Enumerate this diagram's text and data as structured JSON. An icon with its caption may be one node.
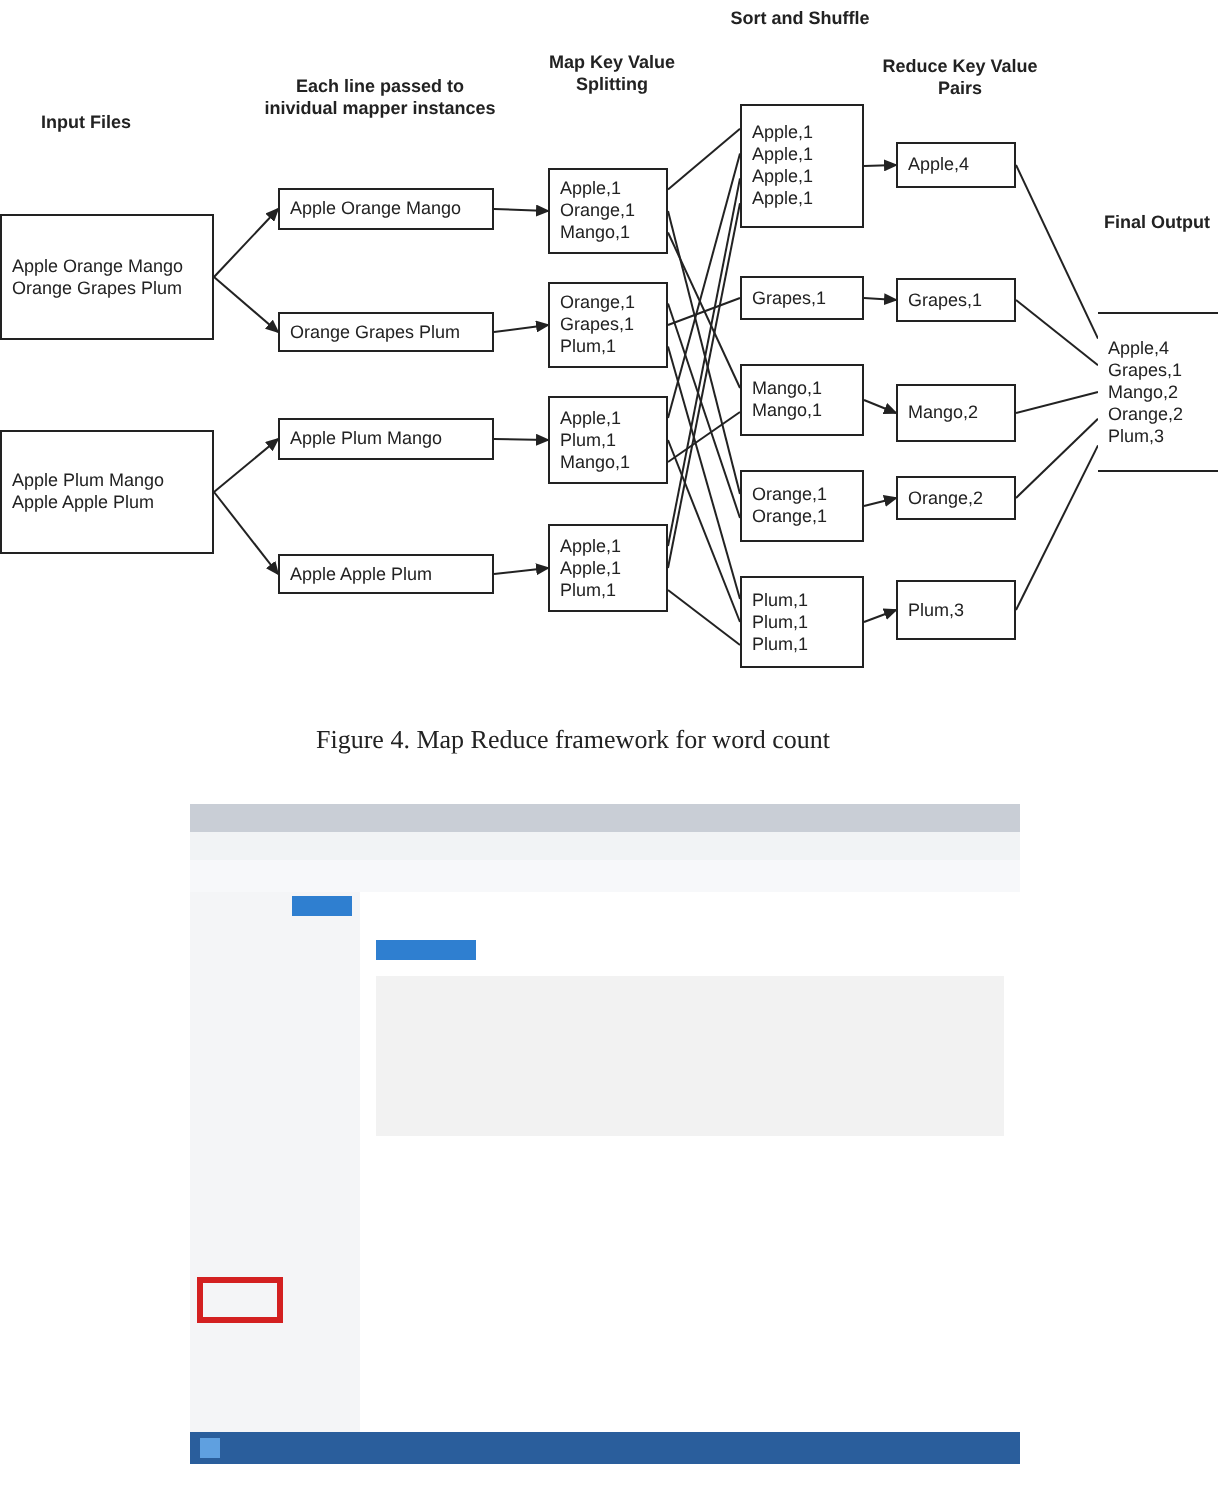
{
  "diagram": {
    "caption": "Figure 4. Map Reduce framework for word count",
    "nodes": [
      {
        "text": [
          "Apple Orange Mango Orange Grapes Plum"
        ]
      },
      {
        "text": [
          "Apple Plum Mango Apple Apple Plum"
        ]
      },
      {
        "text": [
          "Apple Orange Mango"
        ]
      },
      {
        "text": [
          "Orange Grapes Plum"
        ]
      },
      {
        "text": [
          "Apple Plum Mango"
        ]
      },
      {
        "text": [
          "Apple Apple Plum"
        ]
      },
      {
        "text": [
          "Apple,1 Orange,1 Mango,1"
        ]
      },
      {
        "text": [
          "Orange,1 Grapes,1 Plum,1"
        ]
      },
      {
        "text": [
          "Apple,1 Plum,1 Mango,1"
        ]
      },
      {
        "text": [
          "Apple,1 Apple,1 Plum,1"
        ]
      },
      {
        "text": [
          "Apple,1 Apple,1 Apple,1 Apple,1"
        ]
      },
      {
        "text": [
          "Grapes,1"
        ]
      },
      {
        "text": [
          "Mango,1 Mango,1"
        ]
      },
      {
        "text": [
          "Orange,1 Orange,1"
        ]
      },
      {
        "text": [
          "Plum,1 Plum,1 Plum,1"
        ]
      },
      {
        "text": [
          "Apple,4"
        ]
      },
      {
        "text": [
          "Grapes,1"
        ]
      },
      {
        "text": [
          "Mango,2"
        ]
      },
      {
        "text": [
          "Orange,2"
        ]
      },
      {
        "text": [
          "Plum,3"
        ]
      },
      {
        "text": [
          "Apple,4 Grapes,1 Mango,2 Orange,2 Plum,3"
        ]
      }
    ],
    "edges": [
      {
        "from": 0,
        "to": 2,
        "arrow": "to"
      },
      {
        "from": 0,
        "to": 3,
        "arrow": "to"
      },
      {
        "from": 1,
        "to": 4,
        "arrow": "to"
      },
      {
        "from": 1,
        "to": 5,
        "arrow": "to"
      },
      {
        "from": 2,
        "to": 6,
        "arrow": "to"
      },
      {
        "from": 3,
        "to": 7,
        "arrow": "to"
      },
      {
        "from": 4,
        "to": 8,
        "arrow": "to"
      },
      {
        "from": 5,
        "to": 9,
        "arrow": "to"
      },
      {
        "from": 6,
        "to": 10,
        "arrow": "none"
      },
      {
        "from": 6,
        "to": 13,
        "arrow": "none"
      },
      {
        "from": 6,
        "to": 12,
        "arrow": "none"
      },
      {
        "from": 7,
        "to": 13,
        "arrow": "none"
      },
      {
        "from": 7,
        "to": 11,
        "arrow": "none"
      },
      {
        "from": 7,
        "to": 14,
        "arrow": "none"
      },
      {
        "from": 8,
        "to": 10,
        "arrow": "none"
      },
      {
        "from": 8,
        "to": 14,
        "arrow": "none"
      },
      {
        "from": 8,
        "to": 12,
        "arrow": "none"
      },
      {
        "from": 9,
        "to": 10,
        "arrow": "none"
      },
      {
        "from": 9,
        "to": 10,
        "arrow": "none"
      },
      {
        "from": 9,
        "to": 14,
        "arrow": "none"
      },
      {
        "from": 10,
        "to": 15,
        "arrow": "to"
      },
      {
        "from": 11,
        "to": 16,
        "arrow": "to"
      },
      {
        "from": 12,
        "to": 17,
        "arrow": "to"
      },
      {
        "from": 13,
        "to": 18,
        "arrow": "to"
      },
      {
        "from": 14,
        "to": 19,
        "arrow": "to"
      },
      {
        "from": 15,
        "to": 20,
        "arrow": "none"
      },
      {
        "from": 16,
        "to": 20,
        "arrow": "none"
      },
      {
        "from": 17,
        "to": 20,
        "arrow": "none"
      },
      {
        "from": 18,
        "to": 20,
        "arrow": "none"
      },
      {
        "from": 19,
        "to": 20,
        "arrow": "none"
      }
    ],
    "labels": [
      "Input Files",
      "Each line passed to inividual mapper instances",
      "Map Key Value Splitting",
      "Sort and Shuffle",
      "Reduce Key Value Pairs",
      "Final Output"
    ]
  }
}
